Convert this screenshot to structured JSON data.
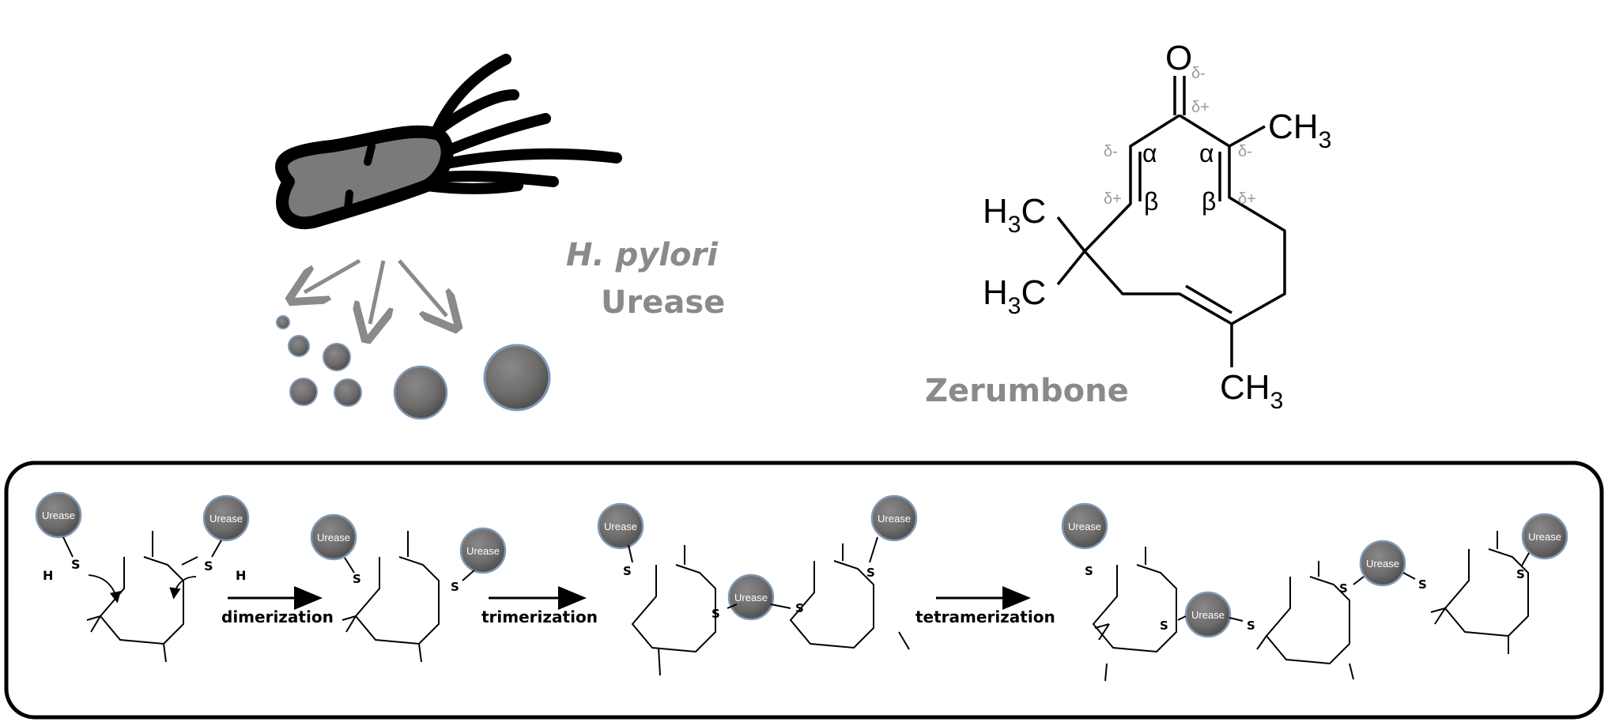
{
  "top": {
    "organism": "H. pylori",
    "enzyme": "Urease",
    "compound": "Zerumbone"
  },
  "zerumbone": {
    "oxygen": "O",
    "ch3": "CH",
    "h3c": "H",
    "c": "C",
    "sub3": "3",
    "alpha": "α",
    "beta": "β",
    "d_minus": "δ-",
    "d_plus": "δ+"
  },
  "reaction": {
    "steps": [
      "dimerization",
      "trimerization",
      "tetramerization"
    ],
    "urease": "Urease",
    "sulfur": "S",
    "hydrogen": "H"
  },
  "colors": {
    "bacterium_fill": "#7a7a7a",
    "sphere_fill": "#666666",
    "sphere_rim": "#7f98b3",
    "label_gray": "#8a8a8a",
    "delta_gray": "#9a9a9a"
  }
}
